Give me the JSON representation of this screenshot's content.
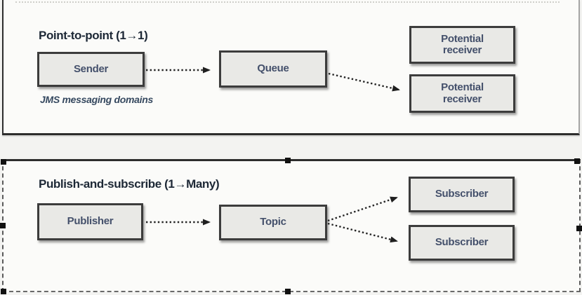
{
  "figure": {
    "panel1": {
      "title": "Point-to-point (1→1)",
      "caption": "JMS messaging domains",
      "nodes": {
        "sender": "Sender",
        "queue": "Queue",
        "receiver1": "Potential receiver",
        "receiver2": "Potential receiver"
      }
    },
    "panel2": {
      "title": "Publish-and-subscribe (1→Many)",
      "nodes": {
        "publisher": "Publisher",
        "topic": "Topic",
        "subscriber1": "Subscriber",
        "subscriber2": "Subscriber"
      }
    }
  },
  "colors": {
    "box_fill": "#e9e9e6",
    "box_border": "#3c3c3c",
    "box_text": "#44506b",
    "title_text": "#1d2836",
    "panel_border": "#2d2d2d",
    "arrow": "#252525",
    "selection_handle": "#111111"
  }
}
